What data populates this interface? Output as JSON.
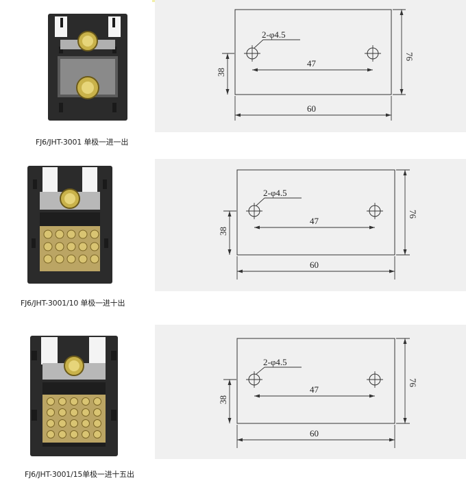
{
  "products": [
    {
      "caption": "FJ6/JHT-3001 单极一进一出",
      "hole_label": "2-φ4.5",
      "dim_hole_spacing": "47",
      "dim_width": "60",
      "dim_height": "76",
      "dim_hole_height": "38"
    },
    {
      "caption": "FJ6/JHT-3001/10 单极一进十出",
      "hole_label": "2-φ4.5",
      "dim_hole_spacing": "47",
      "dim_width": "60",
      "dim_height": "76",
      "dim_hole_height": "38"
    },
    {
      "caption": "FJ6/JHT-3001/15单极一进十五出",
      "hole_label": "2-φ4.5",
      "dim_hole_spacing": "47",
      "dim_width": "60",
      "dim_height": "76",
      "dim_hole_height": "38"
    }
  ]
}
